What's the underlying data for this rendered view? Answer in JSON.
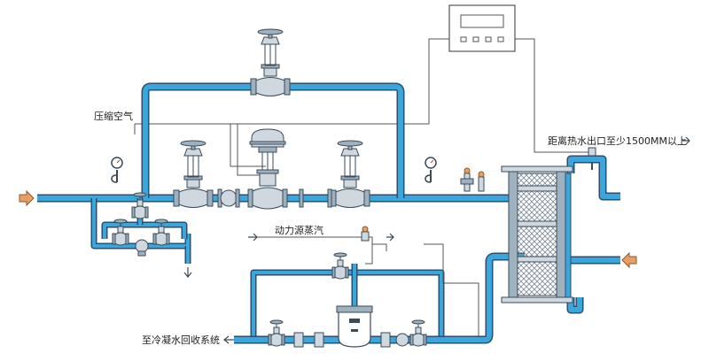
{
  "labels": {
    "compressed_air": "压缩空气",
    "distance_note": "距离热水出口至少1500MM以上",
    "motive_steam": "动力源蒸汽",
    "to_condensate": "至冷凝水回收系统"
  },
  "colors": {
    "pipe_fill": "#3aa6dc",
    "pipe_edge": "#2b4f6e",
    "flow_arrow": "#e7a064",
    "valve_body": "#cfd8df"
  }
}
